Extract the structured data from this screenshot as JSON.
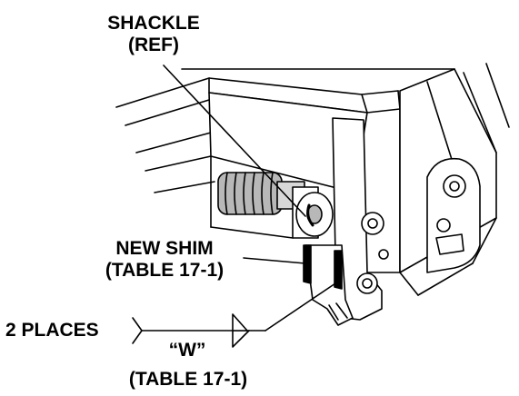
{
  "callouts": {
    "shackle_line1": "SHACKLE",
    "shackle_line2": "(REF)",
    "new_shim_line1": "NEW SHIM",
    "new_shim_line2": "(TABLE 17-1)",
    "places": "2 PLACES",
    "weld_symbol": "“W”",
    "weld_ref": "(TABLE 17-1)"
  },
  "colors": {
    "ink": "#000000",
    "paper": "#ffffff",
    "shim": "#000000",
    "spring_shade": "#b8b8b8",
    "inner_shade": "#d8d8d8"
  }
}
